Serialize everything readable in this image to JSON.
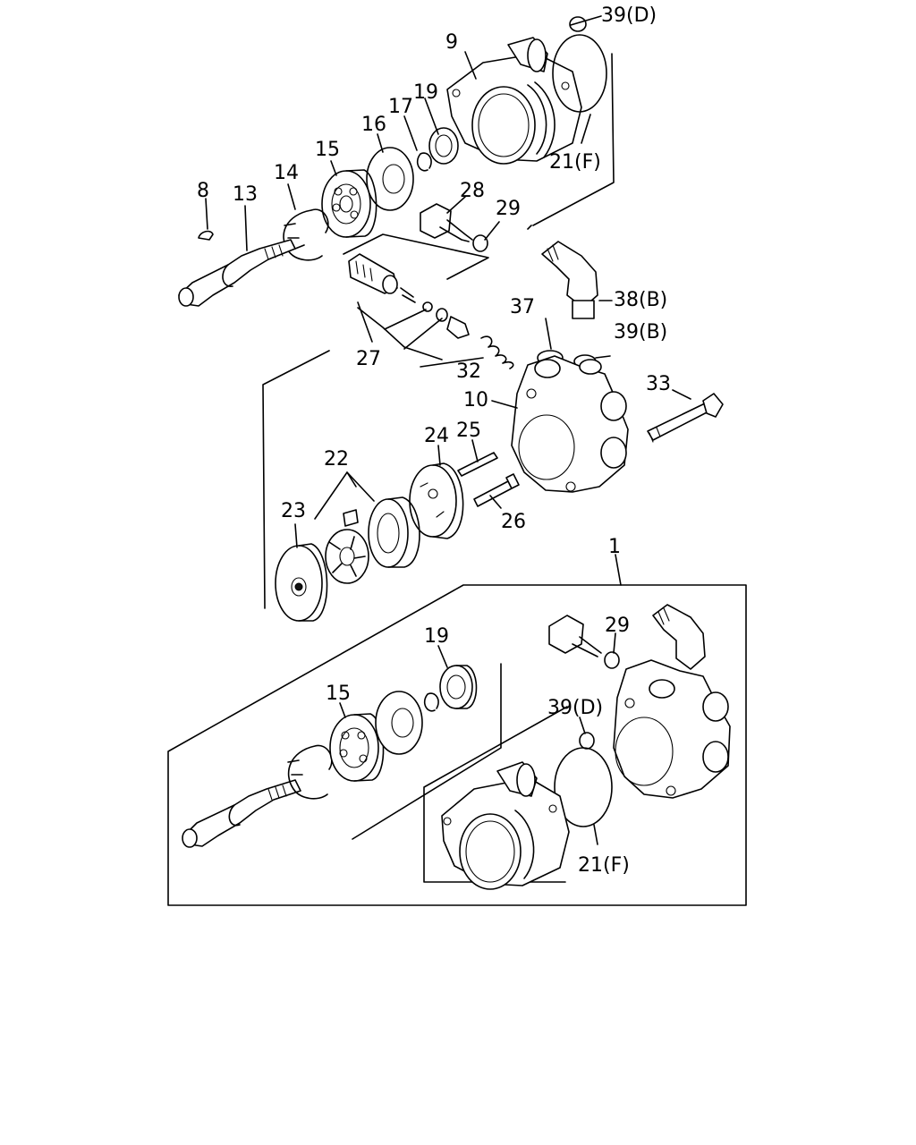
{
  "labels": {
    "p39d_top": "39(D)",
    "p9": "9",
    "p21f_top": "21(F)",
    "p19_top": "19",
    "p17": "17",
    "p16": "16",
    "p15_top": "15",
    "p14": "14",
    "p13": "13",
    "p8": "8",
    "p28": "28",
    "p29_top": "29",
    "p38b": "38(B)",
    "p39b": "39(B)",
    "p37": "37",
    "p27": "27",
    "p32": "32",
    "p10": "10",
    "p33": "33",
    "p25": "25",
    "p24": "24",
    "p22": "22",
    "p23": "23",
    "p26": "26",
    "p1": "1",
    "p29_kit": "29",
    "p19_kit": "19",
    "p15_kit": "15",
    "p39d_kit": "39(D)",
    "p21f_kit": "21(F)"
  },
  "icons": {
    "shaft": "drive-shaft-icon",
    "bearing": "ball-bearing-icon",
    "oring": "o-ring-icon",
    "housing": "pump-housing-icon",
    "body": "pump-body-icon",
    "rotor": "vane-rotor-icon",
    "elbow": "hose-elbow-icon",
    "bolt": "bolt-icon",
    "spring": "spring-icon"
  },
  "colors": {
    "line": "#000000",
    "background": "#ffffff"
  }
}
